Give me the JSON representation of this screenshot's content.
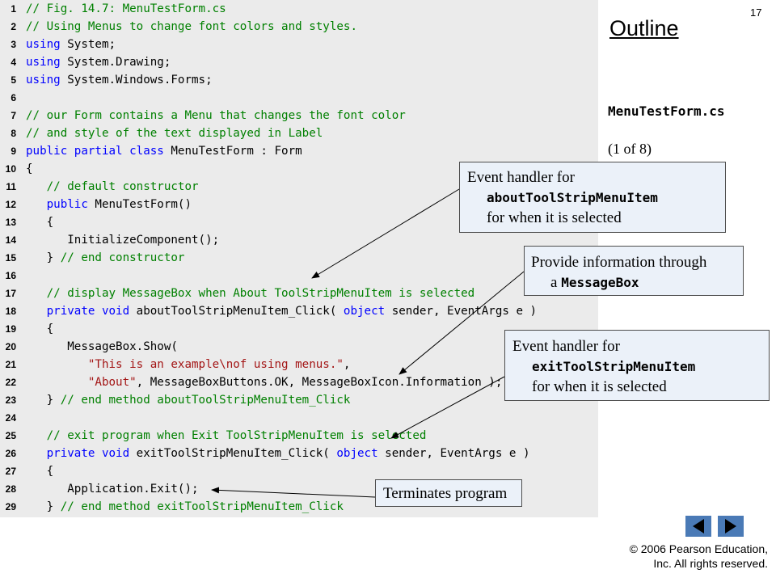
{
  "slide_number": "17",
  "outline_title": "Outline",
  "file_name": "MenuTestForm.cs",
  "page_indicator": "(1 of 8)",
  "code_lines": [
    {
      "n": "1",
      "segs": [
        {
          "t": "// Fig. 14.7: MenuTestForm.cs",
          "c": "c"
        }
      ]
    },
    {
      "n": "2",
      "segs": [
        {
          "t": "// Using Menus to change font colors and styles.",
          "c": "c"
        }
      ]
    },
    {
      "n": "3",
      "segs": [
        {
          "t": "using",
          "c": "k"
        },
        {
          "t": " System;",
          "c": "t"
        }
      ]
    },
    {
      "n": "4",
      "segs": [
        {
          "t": "using",
          "c": "k"
        },
        {
          "t": " System.Drawing;",
          "c": "t"
        }
      ]
    },
    {
      "n": "5",
      "segs": [
        {
          "t": "using",
          "c": "k"
        },
        {
          "t": " System.Windows.Forms;",
          "c": "t"
        }
      ]
    },
    {
      "n": "6",
      "segs": []
    },
    {
      "n": "7",
      "segs": [
        {
          "t": "// our Form contains a Menu that changes the font color",
          "c": "c"
        }
      ]
    },
    {
      "n": "8",
      "segs": [
        {
          "t": "// and style of the text displayed in Label",
          "c": "c"
        }
      ]
    },
    {
      "n": "9",
      "segs": [
        {
          "t": "public partial class",
          "c": "k"
        },
        {
          "t": " MenuTestForm : Form",
          "c": "t"
        }
      ]
    },
    {
      "n": "10",
      "segs": [
        {
          "t": "{",
          "c": "t"
        }
      ]
    },
    {
      "n": "11",
      "segs": [
        {
          "t": "   // default constructor",
          "c": "c"
        }
      ]
    },
    {
      "n": "12",
      "segs": [
        {
          "t": "   ",
          "c": "t"
        },
        {
          "t": "public",
          "c": "k"
        },
        {
          "t": " MenuTestForm()",
          "c": "t"
        }
      ]
    },
    {
      "n": "13",
      "segs": [
        {
          "t": "   {",
          "c": "t"
        }
      ]
    },
    {
      "n": "14",
      "segs": [
        {
          "t": "      InitializeComponent();",
          "c": "t"
        }
      ]
    },
    {
      "n": "15",
      "segs": [
        {
          "t": "   } ",
          "c": "t"
        },
        {
          "t": "// end constructor",
          "c": "c"
        }
      ]
    },
    {
      "n": "16",
      "segs": []
    },
    {
      "n": "17",
      "segs": [
        {
          "t": "   // display MessageBox when About ToolStripMenuItem is selected",
          "c": "c"
        }
      ]
    },
    {
      "n": "18",
      "segs": [
        {
          "t": "   ",
          "c": "t"
        },
        {
          "t": "private void",
          "c": "k"
        },
        {
          "t": " aboutToolStripMenuItem_Click( ",
          "c": "t"
        },
        {
          "t": "object",
          "c": "k"
        },
        {
          "t": " sender, EventArgs e )",
          "c": "t"
        }
      ]
    },
    {
      "n": "19",
      "segs": [
        {
          "t": "   {",
          "c": "t"
        }
      ]
    },
    {
      "n": "20",
      "segs": [
        {
          "t": "      MessageBox.Show(",
          "c": "t"
        }
      ]
    },
    {
      "n": "21",
      "segs": [
        {
          "t": "         ",
          "c": "t"
        },
        {
          "t": "\"This is an example\\nof using menus.\"",
          "c": "s"
        },
        {
          "t": ",",
          "c": "t"
        }
      ]
    },
    {
      "n": "22",
      "segs": [
        {
          "t": "         ",
          "c": "t"
        },
        {
          "t": "\"About\"",
          "c": "s"
        },
        {
          "t": ", MessageBoxButtons.OK, MessageBoxIcon.Information );",
          "c": "t"
        }
      ]
    },
    {
      "n": "23",
      "segs": [
        {
          "t": "   } ",
          "c": "t"
        },
        {
          "t": "// end method aboutToolStripMenuItem_Click",
          "c": "c"
        }
      ]
    },
    {
      "n": "24",
      "segs": []
    },
    {
      "n": "25",
      "segs": [
        {
          "t": "   // exit program when Exit ToolStripMenuItem is selected",
          "c": "c"
        }
      ]
    },
    {
      "n": "26",
      "segs": [
        {
          "t": "   ",
          "c": "t"
        },
        {
          "t": "private void",
          "c": "k"
        },
        {
          "t": " exitToolStripMenuItem_Click( ",
          "c": "t"
        },
        {
          "t": "object",
          "c": "k"
        },
        {
          "t": " sender, EventArgs e )",
          "c": "t"
        }
      ]
    },
    {
      "n": "27",
      "segs": [
        {
          "t": "   {",
          "c": "t"
        }
      ]
    },
    {
      "n": "28",
      "segs": [
        {
          "t": "      Application.Exit();",
          "c": "t"
        }
      ]
    },
    {
      "n": "29",
      "segs": [
        {
          "t": "   } ",
          "c": "t"
        },
        {
          "t": "// end method exitToolStripMenuItem_Click",
          "c": "c"
        }
      ]
    }
  ],
  "callouts": {
    "about": {
      "line1": "Event handler for",
      "code": "aboutToolStripMenuItem",
      "line3": "for when it is selected"
    },
    "msgbox": {
      "line1": "Provide information through",
      "prefix": "a ",
      "code": "MessageBox"
    },
    "exit": {
      "line1": "Event handler for",
      "code": "exitToolStripMenuItem",
      "line3": "for when it is selected"
    },
    "terminate": {
      "text": "Terminates program"
    }
  },
  "nav": {
    "prev_icon": "triangle-left-icon",
    "next_icon": "triangle-right-icon"
  },
  "copyright": {
    "line1": "© 2006 Pearson Education,",
    "line2": "Inc.  All rights reserved."
  },
  "colors": {
    "comment": "#008000",
    "keyword": "#0000ff",
    "string": "#a31515",
    "code_bg": "#ebebeb",
    "callout_bg": "#ebf1f9",
    "nav_button": "#4a7ab6"
  }
}
